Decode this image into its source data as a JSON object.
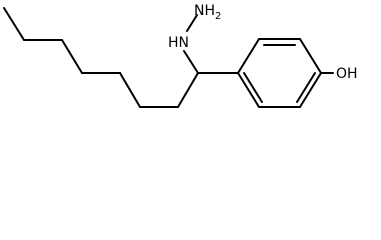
{
  "structure": {
    "labels": {
      "nh": "HN",
      "nh2": "NH",
      "nh2_subscript": "2",
      "oh": "OH"
    },
    "colors": {
      "ink": "#000000",
      "background": "#ffffff"
    }
  }
}
